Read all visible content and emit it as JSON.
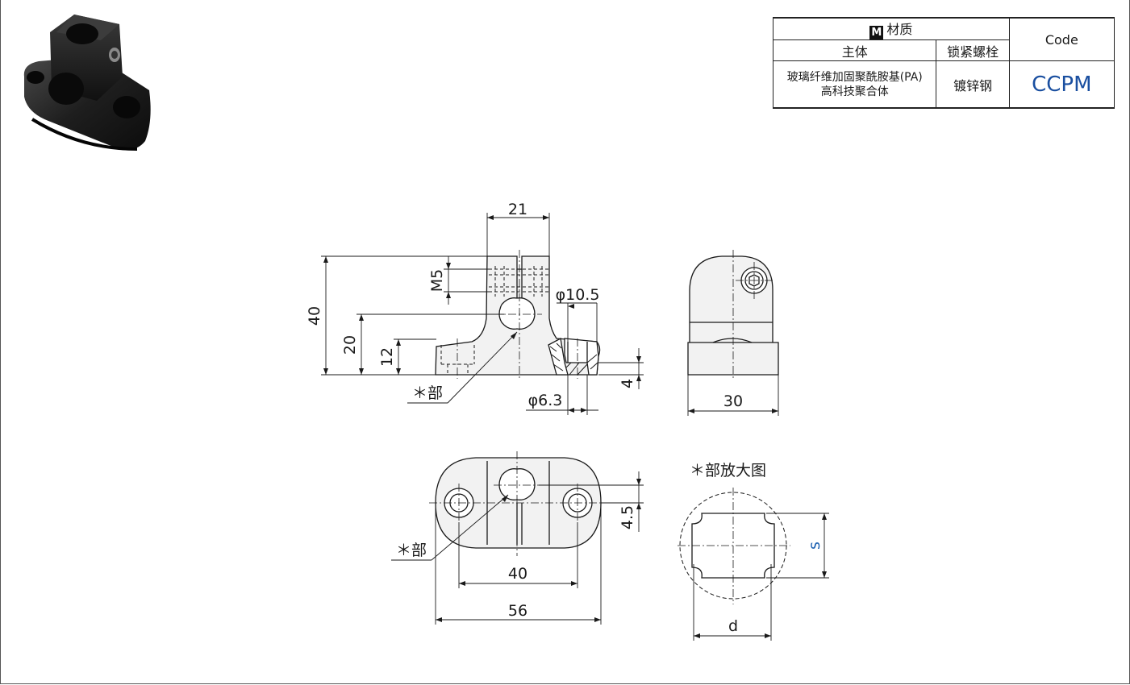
{
  "material_table": {
    "header_material": "材质",
    "header_material_badge": "M",
    "header_code": "Code",
    "col_body": "主体",
    "col_bolt": "锁紧螺栓",
    "body_material_line1": "玻璃纤维加固聚酰胺基(PA)",
    "body_material_line2": "高科技聚合体",
    "bolt_material": "镀锌钢",
    "code_value": "CCPM"
  },
  "front_view": {
    "dim_width_top": "21",
    "dim_height_total": "40",
    "dim_height_center": "20",
    "dim_height_base": "12",
    "dim_thread": "M5",
    "dim_counterbore_dia": "φ10.5",
    "dim_hole_dia": "φ6.3",
    "dim_base_thickness": "4",
    "detail_marker": "＊部"
  },
  "side_view": {
    "dim_width": "30"
  },
  "top_view": {
    "dim_hole_pitch": "40",
    "dim_total_length": "56",
    "dim_offset": "4.5",
    "detail_marker": "＊部"
  },
  "detail_view": {
    "title": "＊部放大图",
    "dim_s": "s",
    "dim_d": "d"
  },
  "colors": {
    "line": "#1a1a1a",
    "part_fill": "#f2f2f2",
    "code_blue": "#1a4fa0",
    "s_blue": "#1a5fb0"
  }
}
